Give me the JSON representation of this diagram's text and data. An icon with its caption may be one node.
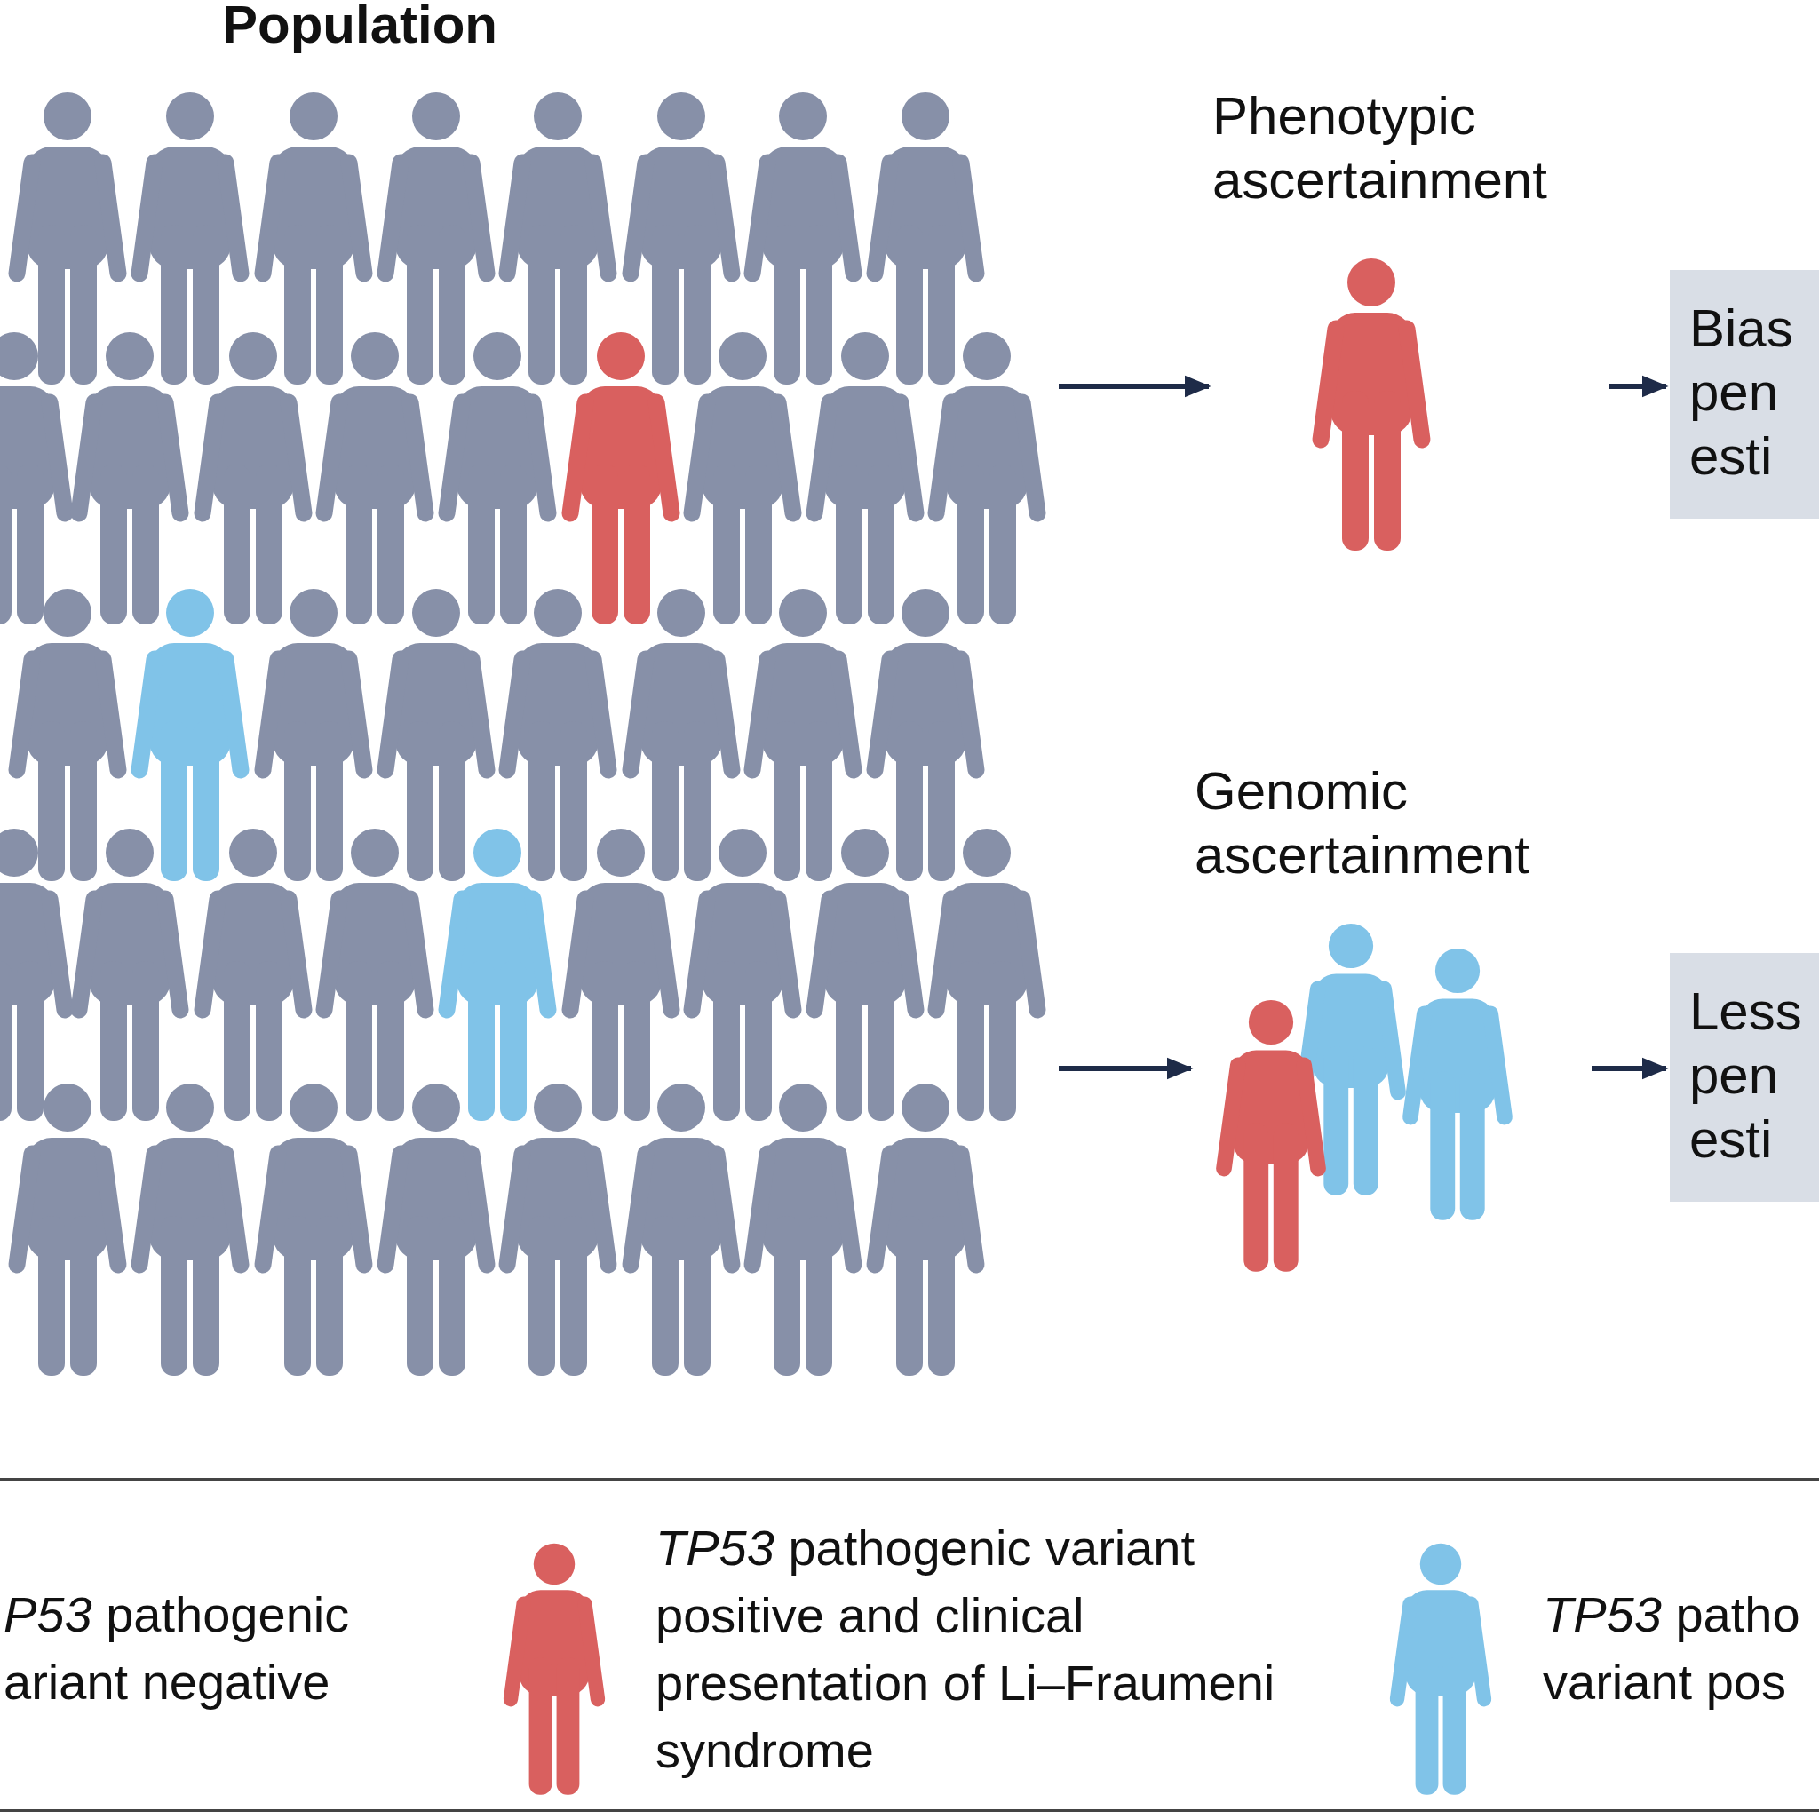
{
  "diagram": {
    "nodes": [
      {
        "text": [
          "Population"
        ]
      },
      {
        "text": [
          "Phenotypic ascertainment"
        ]
      },
      {
        "text": [
          "Bias pen esti"
        ]
      },
      {
        "text": [
          "Genomic ascertainment"
        ]
      },
      {
        "text": [
          "Less pen esti"
        ]
      }
    ],
    "edges": [
      {
        "from": 0,
        "to": 1,
        "arrow": "to"
      },
      {
        "from": 1,
        "to": 2,
        "arrow": "to"
      },
      {
        "from": 0,
        "to": 3,
        "arrow": "to"
      },
      {
        "from": 3,
        "to": 4,
        "arrow": "to"
      }
    ],
    "legend": [
      {
        "text": "*P53* pathogenic ariant negative"
      },
      {
        "text": "*TP53* pathogenic variant positive and clinical presentation of Li–Fraumeni syndrome"
      },
      {
        "text": "*TP53* patho variant pos"
      }
    ]
  }
}
